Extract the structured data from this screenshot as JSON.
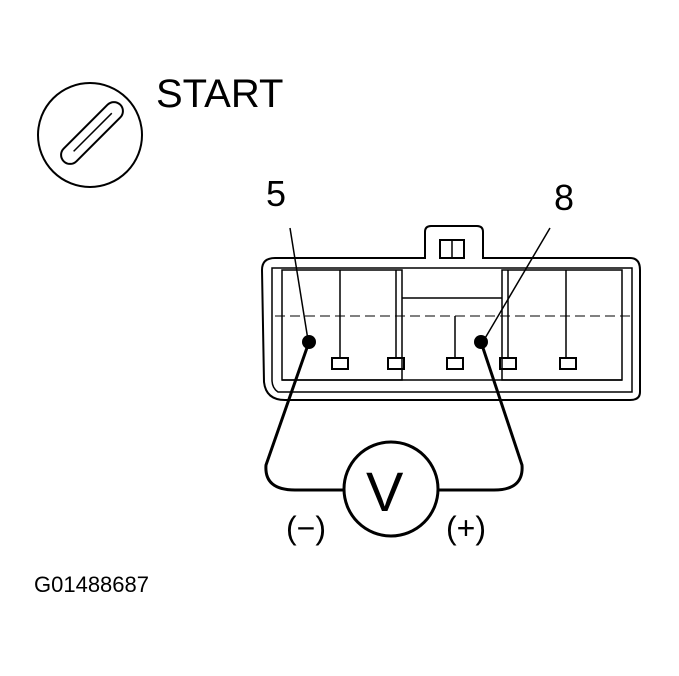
{
  "ignition": {
    "label": "START"
  },
  "connector": {
    "pin_left": "5",
    "pin_right": "8"
  },
  "voltmeter": {
    "symbol": "V",
    "negative": "(−)",
    "positive": "(+)"
  },
  "figure": {
    "id": "G01488687"
  },
  "colors": {
    "ink": "#000000",
    "background": "#ffffff"
  }
}
